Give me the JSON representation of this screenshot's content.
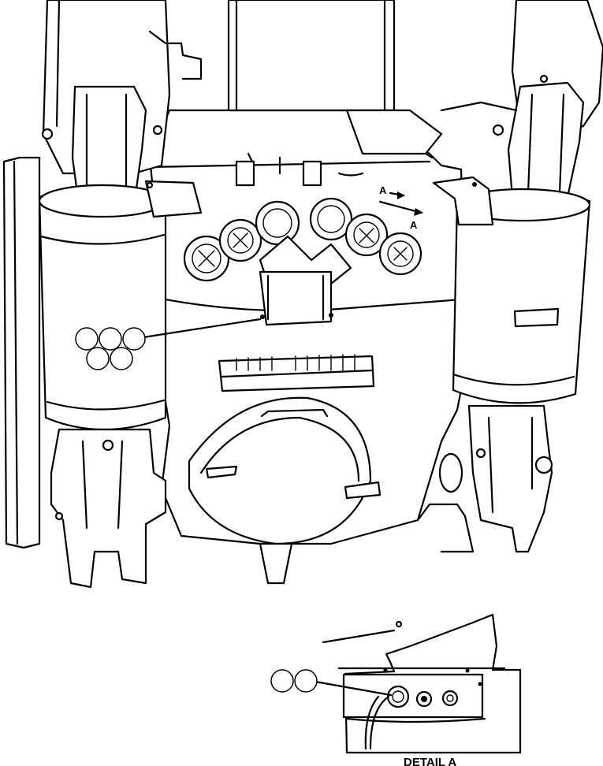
{
  "figure": {
    "view_arrow_label": "A",
    "view_arrow_label_2": "A",
    "detail_caption": "DETAIL A"
  },
  "callouts": {
    "main_group_count": 5,
    "detail_group_count": 2
  }
}
